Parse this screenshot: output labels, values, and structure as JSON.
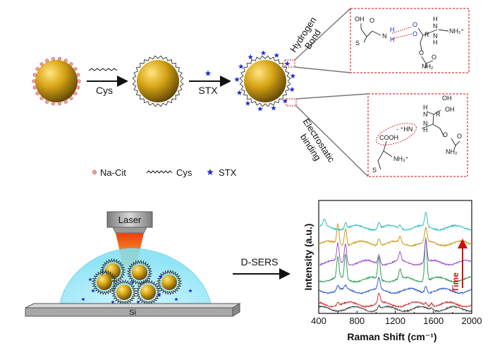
{
  "process": {
    "step1_label": "Cys",
    "step2_label": "STX",
    "upper_interaction": "Hydrogen Bond",
    "lower_interaction": [
      "Electrostatic",
      "binding"
    ]
  },
  "legend": {
    "items": [
      "Na-Cit",
      "Cys",
      "STX"
    ]
  },
  "detection": {
    "laser_label": "Laser",
    "substrate_label": "Si",
    "arrow_label": "D-SERS"
  },
  "hbond_box": {
    "texts": [
      "OH",
      "O",
      "S",
      "N",
      "H",
      "H",
      "O",
      "O",
      "R",
      "H",
      "N",
      "N",
      "H",
      "NH₂⁺",
      "O",
      "O",
      "NH₂"
    ]
  },
  "electro_box": {
    "texts": [
      "OH",
      "OH",
      "H",
      "N",
      "N",
      "H",
      "R",
      "O",
      "COOH",
      "- ⁺HN",
      "O",
      "NH₂",
      "S",
      "NH₃⁺"
    ]
  },
  "chart_data": {
    "type": "line",
    "title": "",
    "xlabel": "Raman Shift (cm⁻¹)",
    "ylabel": "Intensity (a.u.)",
    "xlim": [
      400,
      2000
    ],
    "xticks": [
      "400",
      "800",
      "1200",
      "1600",
      "2000"
    ],
    "annotation": "Time",
    "colors": {
      "time_arrow": "#d01010"
    },
    "series": [
      {
        "color": "#444444",
        "baseline": 0.04,
        "peaks": [
          [
            1030,
            0.03
          ],
          [
            1580,
            0.02
          ]
        ]
      },
      {
        "color": "#d43030",
        "baseline": 0.08,
        "peaks": [
          [
            600,
            0.03
          ],
          [
            1030,
            0.09
          ],
          [
            1520,
            0.02
          ],
          [
            1580,
            0.03
          ]
        ]
      },
      {
        "color": "#3060c8",
        "baseline": 0.2,
        "peaks": [
          [
            600,
            0.04
          ],
          [
            680,
            0.03
          ],
          [
            1030,
            0.1
          ],
          [
            1520,
            0.06
          ]
        ]
      },
      {
        "color": "#30a050",
        "baseline": 0.3,
        "peaks": [
          [
            600,
            0.18
          ],
          [
            680,
            0.22
          ],
          [
            1030,
            0.2
          ],
          [
            1250,
            0.08
          ],
          [
            1520,
            0.38
          ]
        ]
      },
      {
        "color": "#a050d0",
        "baseline": 0.45,
        "peaks": [
          [
            600,
            0.16
          ],
          [
            680,
            0.18
          ],
          [
            1030,
            0.08
          ],
          [
            1250,
            0.08
          ],
          [
            1520,
            0.2
          ]
        ]
      },
      {
        "color": "#c89818",
        "baseline": 0.62,
        "peaks": [
          [
            600,
            0.18
          ],
          [
            680,
            0.15
          ],
          [
            1030,
            0.06
          ],
          [
            1250,
            0.05
          ],
          [
            1520,
            0.12
          ]
        ]
      },
      {
        "color": "#30c0c0",
        "baseline": 0.76,
        "peaks": [
          [
            460,
            0.06
          ],
          [
            680,
            0.05
          ],
          [
            1030,
            0.05
          ],
          [
            1250,
            0.03
          ],
          [
            1520,
            0.12
          ]
        ]
      }
    ]
  }
}
